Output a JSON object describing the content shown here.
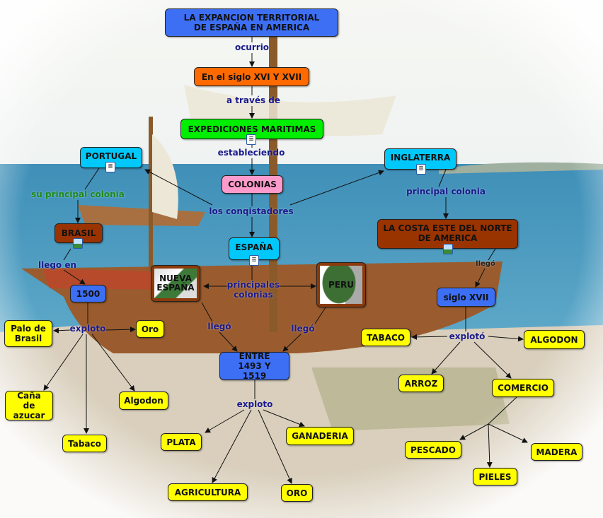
{
  "concepts": {
    "title": "LA EXPANCION TERRITORIAL DE ESPAÑA  EN AMERICA",
    "siglo": "En el siglo XVI Y XVII",
    "expediciones": "EXPEDICIONES MARITIMAS",
    "portugal": "PORTUGAL",
    "colonias": "COLONIAS",
    "inglaterra": "INGLATERRA",
    "brasil": "BRASIL",
    "espana": "ESPAÑA",
    "costa": "LA COSTA ESTE DEL NORTE DE AMERICA",
    "nueva_espana": "NUEVA ESPAÑA",
    "peru": "PERU",
    "y1500": "1500",
    "siglo_xvii": "siglo XVII",
    "palo_brasil": "Palo de Brasil",
    "oro_small": "Oro",
    "tabaco_r": "TABACO",
    "algodon_r": "ALGODON",
    "entre": "ENTRE 1493 Y 1519",
    "arroz": "ARROZ",
    "comercio": "COMERCIO",
    "cana": "Caña de azucar",
    "algodon_l": "Algodon",
    "ganaderia": "GANADERIA",
    "tabaco_l": "Tabaco",
    "plata": "PLATA",
    "pescado": "PESCADO",
    "madera": "MADERA",
    "pieles": "PIELES",
    "agricultura": "AGRICULTURA",
    "oro": "ORO"
  },
  "links": {
    "ocurrio": "ocurrio",
    "a_traves": "a través de",
    "estableciendo": "estableciendo",
    "conquistadores": "los conqistadores",
    "su_principal": "su principal colonia",
    "principal": "principal colonia",
    "llego_en": "llego en",
    "principales": "principales colonias",
    "llego1": "llegó",
    "llego2": "llegó",
    "llego3": "llegó",
    "exploto1": "exploto",
    "exploto2": "explotó",
    "exploto3": "exploto"
  },
  "colors": {
    "concept_blue": "#3d6ff5",
    "cyan": "#00c8fa",
    "brown": "#993300",
    "yellow": "#ffff00",
    "link_text": "#1a1a8c"
  }
}
